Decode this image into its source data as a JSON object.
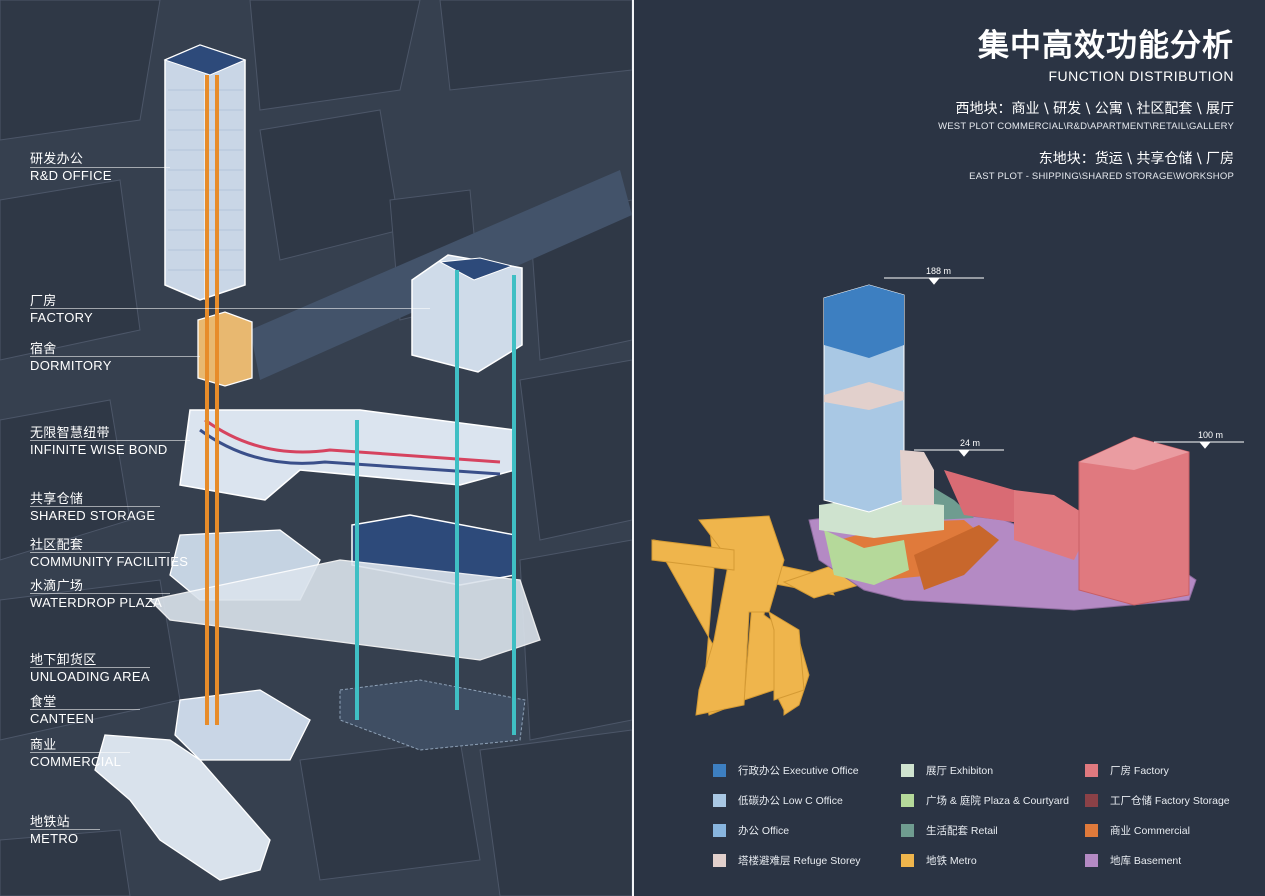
{
  "header": {
    "title_cn": "集中高效功能分析",
    "title_en": "FUNCTION DISTRIBUTION",
    "west_cn": "西地块：商业 \\ 研发 \\ 公寓 \\ 社区配套 \\ 展厅",
    "west_en": "WEST PLOT   COMMERCIAL\\R&D\\APARTMENT\\RETAIL\\GALLERY",
    "east_cn": "东地块：货运 \\ 共享仓储 \\ 厂房",
    "east_en": "EAST PLOT -  SHIPPING\\SHARED STORAGE\\WORKSHOP"
  },
  "labels": [
    {
      "cn": "研发办公",
      "en": "R&D OFFICE"
    },
    {
      "cn": "厂房",
      "en": "FACTORY"
    },
    {
      "cn": "宿舍",
      "en": "DORMITORY"
    },
    {
      "cn": "无限智慧纽带",
      "en": "INFINITE WISE BOND"
    },
    {
      "cn": "共享仓储",
      "en": "SHARED STORAGE"
    },
    {
      "cn": "社区配套",
      "en": "COMMUNITY FACILITIES"
    },
    {
      "cn": "水滴广场",
      "en": "WATERDROP PLAZA"
    },
    {
      "cn": "地下卸货区",
      "en": "UNLOADING AREA"
    },
    {
      "cn": "食堂",
      "en": "CANTEEN"
    },
    {
      "cn": "商业",
      "en": "COMMERCIAL"
    },
    {
      "cn": "地铁站",
      "en": "METRO"
    }
  ],
  "heights": {
    "tower": "188 m",
    "podium": "24 m",
    "east": "100 m"
  },
  "legend": [
    {
      "label": "行政办公 Executive Office",
      "color": "#3d7fc1"
    },
    {
      "label": "展厅 Exhibiton",
      "color": "#cfe3cf"
    },
    {
      "label": "厂房 Factory",
      "color": "#e0797f"
    },
    {
      "label": "低碳办公 Low C Office",
      "color": "#a9c8e4"
    },
    {
      "label": "广场 & 庭院 Plaza & Courtyard",
      "color": "#b5d99a"
    },
    {
      "label": "工厂仓储 Factory Storage",
      "color": "#8b4147"
    },
    {
      "label": "办公 Office",
      "color": "#88b5df"
    },
    {
      "label": "生活配套 Retail",
      "color": "#6f9c90"
    },
    {
      "label": "商业 Commercial",
      "color": "#e07a3b"
    },
    {
      "label": "塔楼避难层 Refuge Storey",
      "color": "#e2d0cc"
    },
    {
      "label": "地铁 Metro",
      "color": "#efb54c"
    },
    {
      "label": "地库 Basement",
      "color": "#b48ac4"
    }
  ]
}
